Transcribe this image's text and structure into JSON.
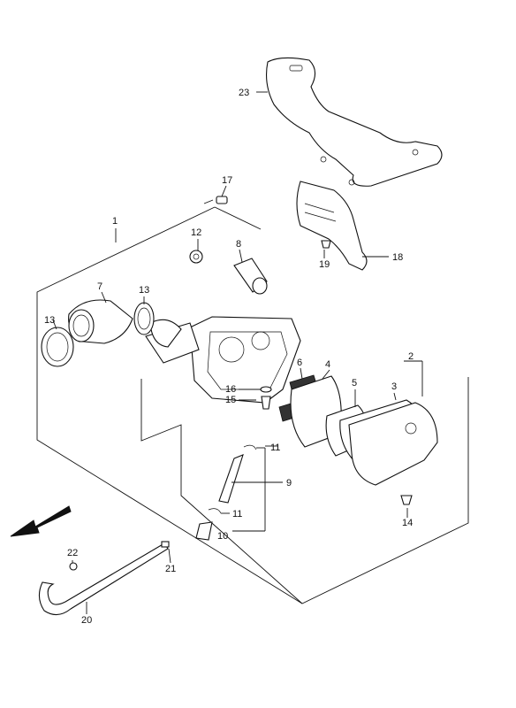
{
  "callouts": [
    {
      "id": "c1",
      "text": "1"
    },
    {
      "id": "c2",
      "text": "2"
    },
    {
      "id": "c3",
      "text": "3"
    },
    {
      "id": "c4",
      "text": "4"
    },
    {
      "id": "c5",
      "text": "5"
    },
    {
      "id": "c6",
      "text": "6"
    },
    {
      "id": "c7",
      "text": "7"
    },
    {
      "id": "c8",
      "text": "8"
    },
    {
      "id": "c9",
      "text": "9"
    },
    {
      "id": "c10",
      "text": "10"
    },
    {
      "id": "c11a",
      "text": "11"
    },
    {
      "id": "c11b",
      "text": "11"
    },
    {
      "id": "c12",
      "text": "12"
    },
    {
      "id": "c13a",
      "text": "13"
    },
    {
      "id": "c13b",
      "text": "13"
    },
    {
      "id": "c14",
      "text": "14"
    },
    {
      "id": "c15",
      "text": "15"
    },
    {
      "id": "c16",
      "text": "16"
    },
    {
      "id": "c17",
      "text": "17"
    },
    {
      "id": "c18",
      "text": "18"
    },
    {
      "id": "c19",
      "text": "19"
    },
    {
      "id": "c20",
      "text": "20"
    },
    {
      "id": "c21",
      "text": "21"
    },
    {
      "id": "c22",
      "text": "22"
    },
    {
      "id": "c23",
      "text": "23"
    }
  ]
}
